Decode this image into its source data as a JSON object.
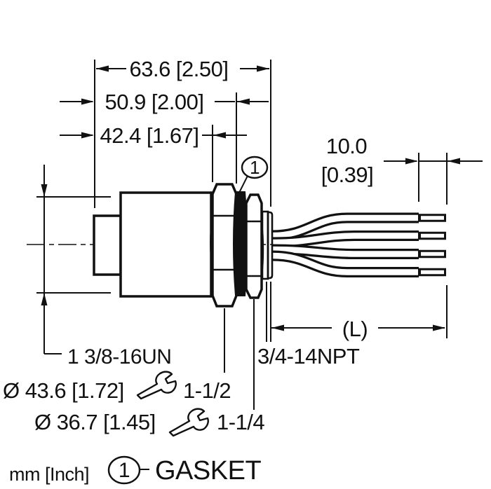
{
  "meta": {
    "units_note": "mm [Inch]"
  },
  "dimensions": {
    "overall_length": "63.6 [2.50]",
    "to_gasket": "50.9 [2.00]",
    "body_length": "42.4 [1.67]",
    "strip_mm": "10.0",
    "strip_inch": "[0.39]",
    "lead_length": "(L)"
  },
  "labels": {
    "front_thread": "1 3/8-16UN",
    "dia_large": "Ø 43.6 [1.72]",
    "dia_small": "Ø 36.7 [1.45]",
    "wrench_large": "1-1/2",
    "wrench_small": "1-1/4",
    "rear_thread": "3/4-14NPT"
  },
  "callout": {
    "number": "1"
  },
  "legend": {
    "number": "1",
    "label": "GASKET"
  },
  "colors": {
    "line": "#111111",
    "background": "#ffffff"
  }
}
